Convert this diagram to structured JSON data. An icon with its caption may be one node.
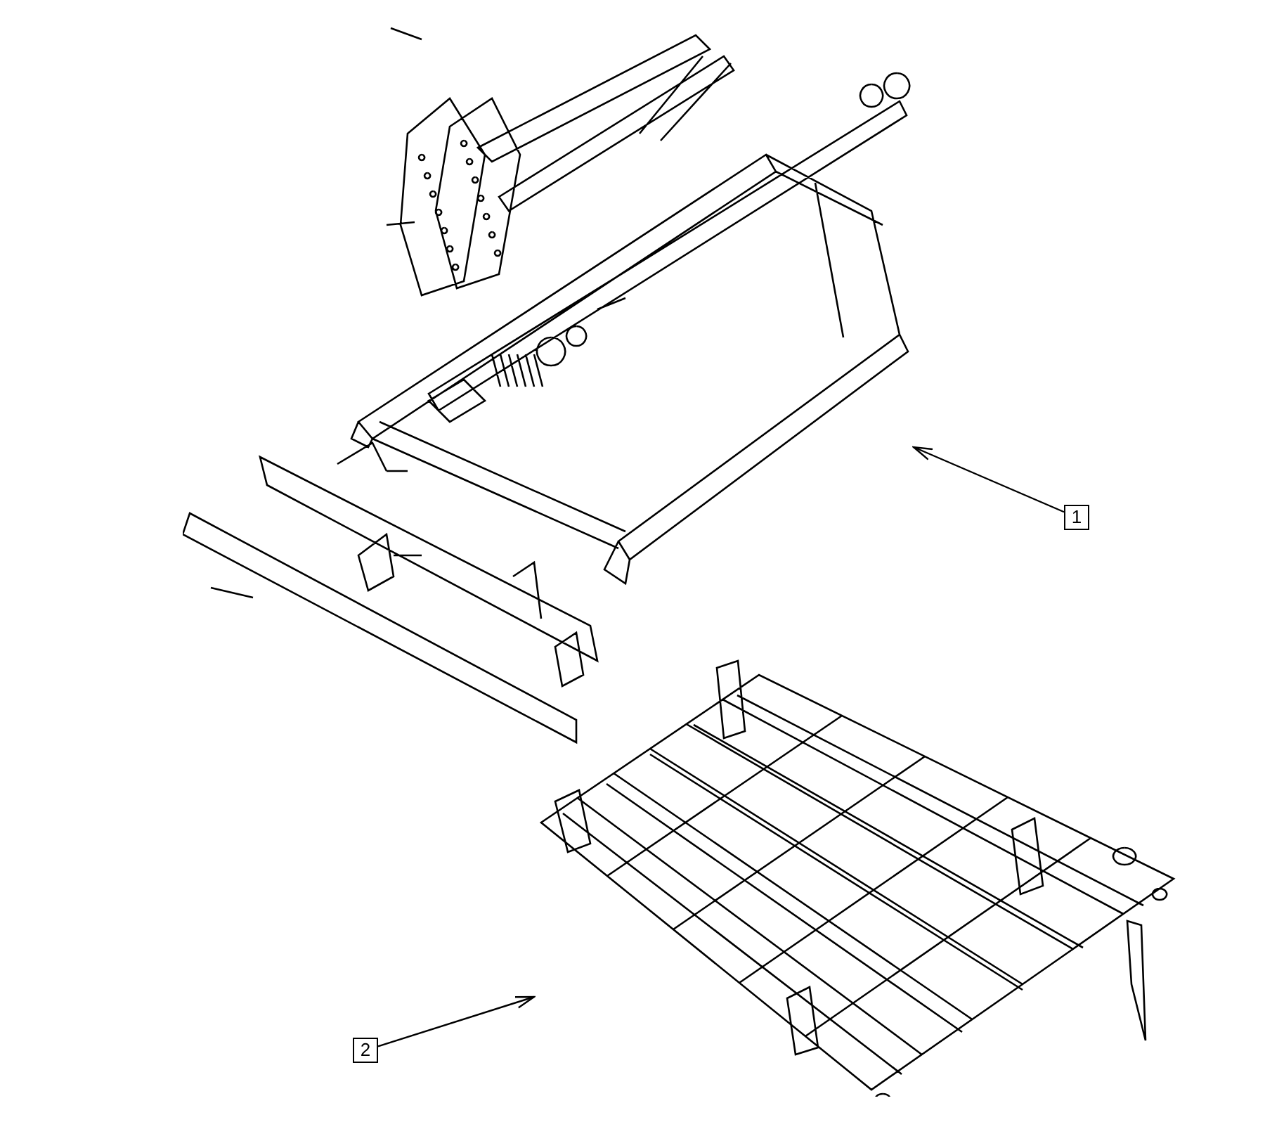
{
  "diagram": {
    "nodes": [
      {
        "text": [
          "1"
        ]
      },
      {
        "text": [],
        "shape": "picture"
      },
      {
        "text": [
          "2"
        ]
      },
      {
        "text": [],
        "shape": "picture"
      }
    ],
    "edges": [
      {
        "from": 0,
        "to": 1,
        "arrow": "to"
      },
      {
        "from": 2,
        "to": 3,
        "arrow": "to"
      }
    ]
  }
}
